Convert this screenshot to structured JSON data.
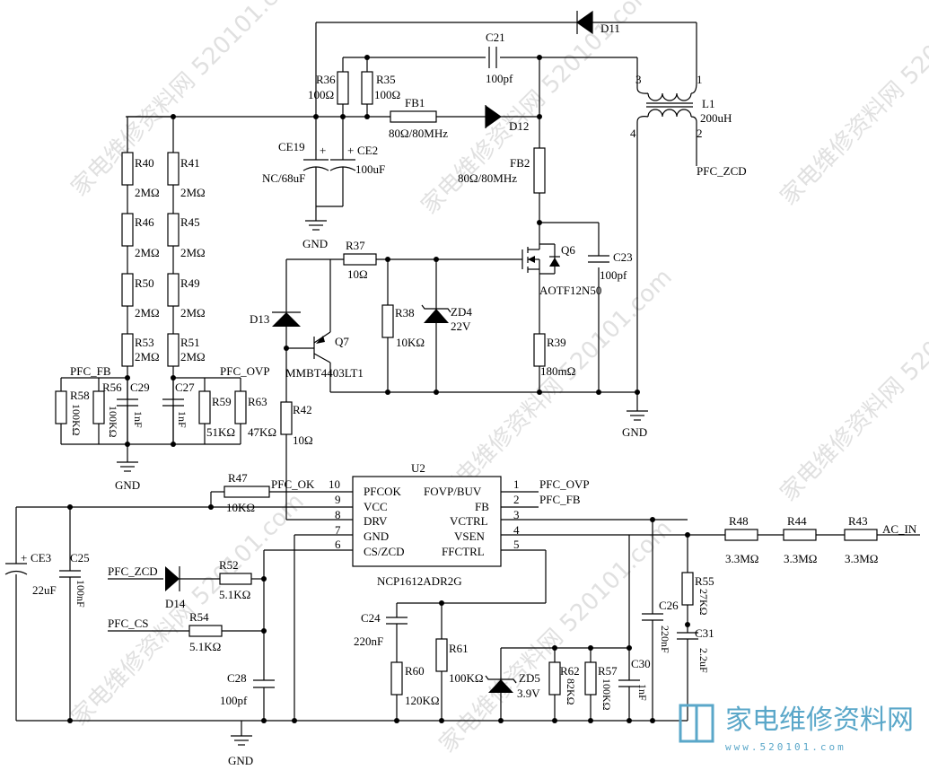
{
  "components": {
    "D11": {
      "ref": "D11"
    },
    "C21": {
      "ref": "C21",
      "value": "100pf"
    },
    "R36": {
      "ref": "R36",
      "value": "100Ω"
    },
    "R35": {
      "ref": "R35",
      "value": "100Ω"
    },
    "FB1": {
      "ref": "FB1",
      "value": "80Ω/80MHz"
    },
    "D12": {
      "ref": "D12"
    },
    "L1": {
      "ref": "L1",
      "value": "200uH",
      "pin1": "1",
      "pin2": "2",
      "pin3": "3",
      "pin4": "4"
    },
    "CE19": {
      "ref": "CE19",
      "value": "NC/68uF"
    },
    "CE2": {
      "ref": "CE2",
      "value": "100uF"
    },
    "FB2": {
      "ref": "FB2",
      "value": "80Ω/80MHz"
    },
    "R40": {
      "ref": "R40",
      "value": "2MΩ"
    },
    "R41": {
      "ref": "R41",
      "value": "2MΩ"
    },
    "R46": {
      "ref": "R46",
      "value": "2MΩ"
    },
    "R45": {
      "ref": "R45",
      "value": "2MΩ"
    },
    "R50": {
      "ref": "R50",
      "value": "2MΩ"
    },
    "R49": {
      "ref": "R49",
      "value": "2MΩ"
    },
    "R53": {
      "ref": "R53",
      "value": "2MΩ"
    },
    "R51": {
      "ref": "R51",
      "value": "2MΩ"
    },
    "R37": {
      "ref": "R37",
      "value": "10Ω"
    },
    "Q6": {
      "ref": "Q6",
      "value": "AOTF12N50"
    },
    "C23": {
      "ref": "C23",
      "value": "100pf"
    },
    "D13": {
      "ref": "D13"
    },
    "Q7": {
      "ref": "Q7",
      "value": "MMBT4403LT1"
    },
    "R38": {
      "ref": "R38",
      "value": "10KΩ"
    },
    "ZD4": {
      "ref": "ZD4",
      "value": "22V"
    },
    "R39": {
      "ref": "R39",
      "value": "180mΩ"
    },
    "R58": {
      "ref": "R58",
      "value": "100KΩ"
    },
    "R56": {
      "ref": "R56",
      "value": "100KΩ"
    },
    "C29": {
      "ref": "C29",
      "value": "1nF"
    },
    "C27": {
      "ref": "C27",
      "value": "1nF"
    },
    "R59": {
      "ref": "R59",
      "value": "51KΩ"
    },
    "R63": {
      "ref": "R63",
      "value": "47KΩ"
    },
    "R42": {
      "ref": "R42",
      "value": "10Ω"
    },
    "R47": {
      "ref": "R47",
      "value": "10KΩ"
    },
    "CE3": {
      "ref": "CE3",
      "value": "22uF"
    },
    "C25": {
      "ref": "C25",
      "value": "100nF"
    },
    "D14": {
      "ref": "D14"
    },
    "R52": {
      "ref": "R52",
      "value": "5.1KΩ"
    },
    "R54": {
      "ref": "R54",
      "value": "5.1KΩ"
    },
    "C28": {
      "ref": "C28",
      "value": "100pf"
    },
    "C24": {
      "ref": "C24",
      "value": "220nF"
    },
    "R60": {
      "ref": "R60",
      "value": "120KΩ"
    },
    "R61": {
      "ref": "R61",
      "value": "100KΩ"
    },
    "ZD5": {
      "ref": "ZD5",
      "value": "3.9V"
    },
    "R62": {
      "ref": "R62",
      "value": "82KΩ"
    },
    "R57": {
      "ref": "R57",
      "value": "100KΩ"
    },
    "C30": {
      "ref": "C30",
      "value": "1nF"
    },
    "C26": {
      "ref": "C26",
      "value": "220nF"
    },
    "C31": {
      "ref": "C31",
      "value": "2.2uF"
    },
    "R55": {
      "ref": "R55",
      "value": "27KΩ"
    },
    "R48": {
      "ref": "R48",
      "value": "3.3MΩ"
    },
    "R44": {
      "ref": "R44",
      "value": "3.3MΩ"
    },
    "R43": {
      "ref": "R43",
      "value": "3.3MΩ"
    }
  },
  "ic": {
    "ref": "U2",
    "part": "NCP1612ADR2G",
    "pins_left": [
      {
        "num": "10",
        "name": "PFCOK"
      },
      {
        "num": "9",
        "name": "VCC"
      },
      {
        "num": "8",
        "name": "DRV"
      },
      {
        "num": "7",
        "name": "GND"
      },
      {
        "num": "6",
        "name": "CS/ZCD"
      }
    ],
    "pins_right": [
      {
        "num": "1",
        "name": "FOVP/BUV"
      },
      {
        "num": "2",
        "name": "FB"
      },
      {
        "num": "3",
        "name": "VCTRL"
      },
      {
        "num": "4",
        "name": "VSEN"
      },
      {
        "num": "5",
        "name": "FFCTRL"
      }
    ]
  },
  "nets": {
    "gnd": "GND",
    "pfc_zcd": "PFC_ZCD",
    "pfc_zcd_in": "PFC_ZCD",
    "pfc_cs": "PFC_CS",
    "pfc_fb": "PFC_FB",
    "pfc_ovp": "PFC_OVP",
    "pfc_ok": "PFC_OK",
    "pfc_ovp_out": "PFC_OVP",
    "pfc_fb_out": "PFC_FB",
    "ac_in": "AC_IN"
  },
  "watermark": {
    "text": "家电维修资料网 520101.com",
    "logo_text": "家电维修资料网",
    "logo_url": "www.520101.com"
  },
  "colors": {
    "wire": "#000000",
    "watermark": "#c8c8c8",
    "logo": "#5aa7c9"
  }
}
